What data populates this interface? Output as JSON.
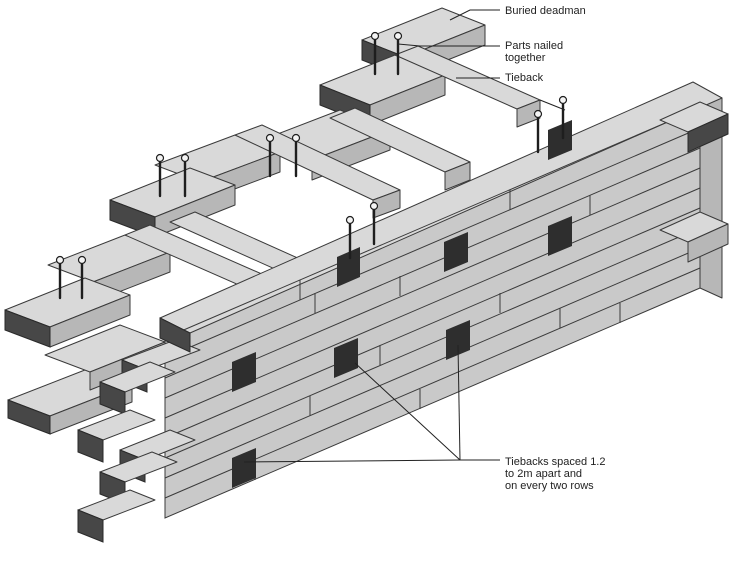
{
  "labels": {
    "buried_deadman": "Buried deadman",
    "parts_nailed": "Parts nailed\ntogether",
    "tieback": "Tieback",
    "tieback_spacing": "Tiebacks spaced 1.2\nto 2m apart and\non every two rows"
  },
  "colors": {
    "timber_top": "#d9d9d9",
    "timber_side": "#b7b7b7",
    "timber_end": "#474747",
    "tieback_hole": "#2e2e2e",
    "outline": "#3a3a3a",
    "leader": "#222222"
  }
}
